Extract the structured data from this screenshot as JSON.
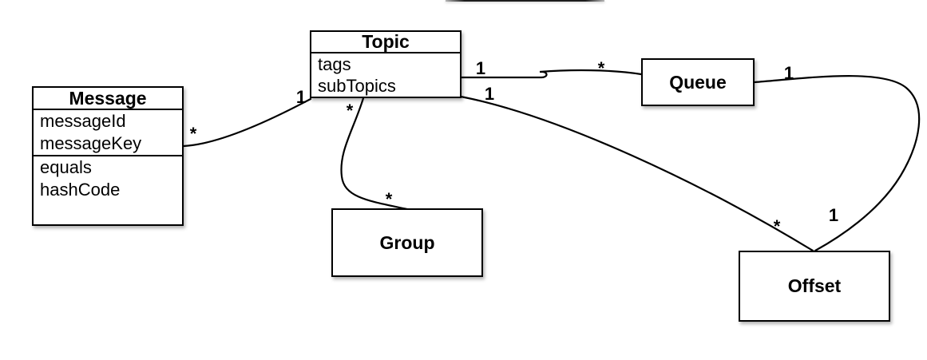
{
  "diagram": {
    "type": "uml-class-diagram",
    "classes": [
      {
        "name": "Topic",
        "attributes": [
          "tags",
          "subTopics"
        ],
        "operations": []
      },
      {
        "name": "Message",
        "attributes": [
          "messageId",
          "messageKey"
        ],
        "operations": [
          "equals",
          "hashCode"
        ]
      },
      {
        "name": "Queue",
        "attributes": [],
        "operations": []
      },
      {
        "name": "Group",
        "attributes": [],
        "operations": []
      },
      {
        "name": "Offset",
        "attributes": [],
        "operations": []
      }
    ],
    "associations": [
      {
        "from": "Message",
        "to": "Topic",
        "from_label": "*",
        "to_label": "1"
      },
      {
        "from": "Topic",
        "to": "Queue",
        "from_label": "1",
        "to_label": "*"
      },
      {
        "from": "Topic",
        "to": "Group",
        "from_label": "*",
        "to_label": "*"
      },
      {
        "from": "Topic",
        "to": "Offset",
        "from_label": "1",
        "to_label": "*"
      },
      {
        "from": "Queue",
        "to": "Offset",
        "from_label": "1",
        "to_label": "1"
      }
    ],
    "colors": {
      "background": "#ffffff",
      "box_fill": "#ffffff",
      "box_border": "#000000",
      "line": "#000000",
      "text": "#000000"
    }
  }
}
